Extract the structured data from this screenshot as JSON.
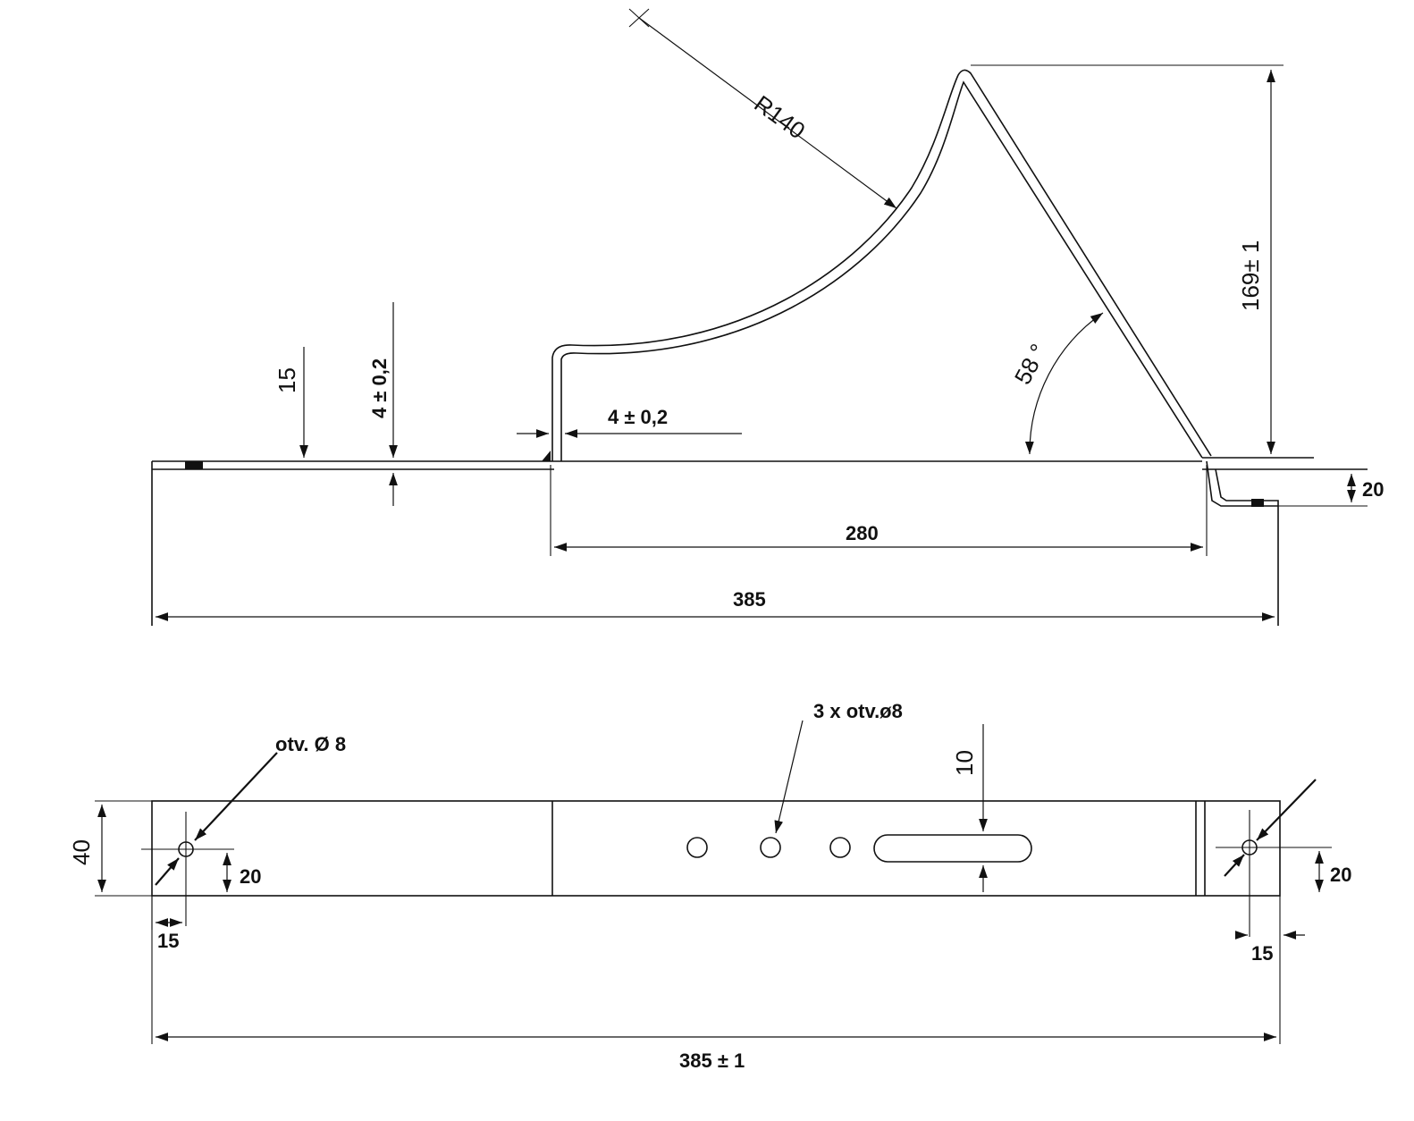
{
  "side_view": {
    "radius": "R140",
    "height": "169± 1",
    "angle": "58 °",
    "thickness_left": "15",
    "thickness_tol": "4 ± 0,2",
    "wall_thickness": "4 ± 0,2",
    "step_height": "20",
    "span": "280",
    "total_length": "385"
  },
  "top_view": {
    "hole_left_label": "otv. Ø 8",
    "holes_center_label": "3 x otv.ø8",
    "slot_width": "10",
    "width": "40",
    "hole_left_offset_y": "20",
    "hole_left_offset_x": "15",
    "hole_right_offset_y": "20",
    "hole_right_offset_x": "15",
    "total_length": "385 ± 1"
  }
}
